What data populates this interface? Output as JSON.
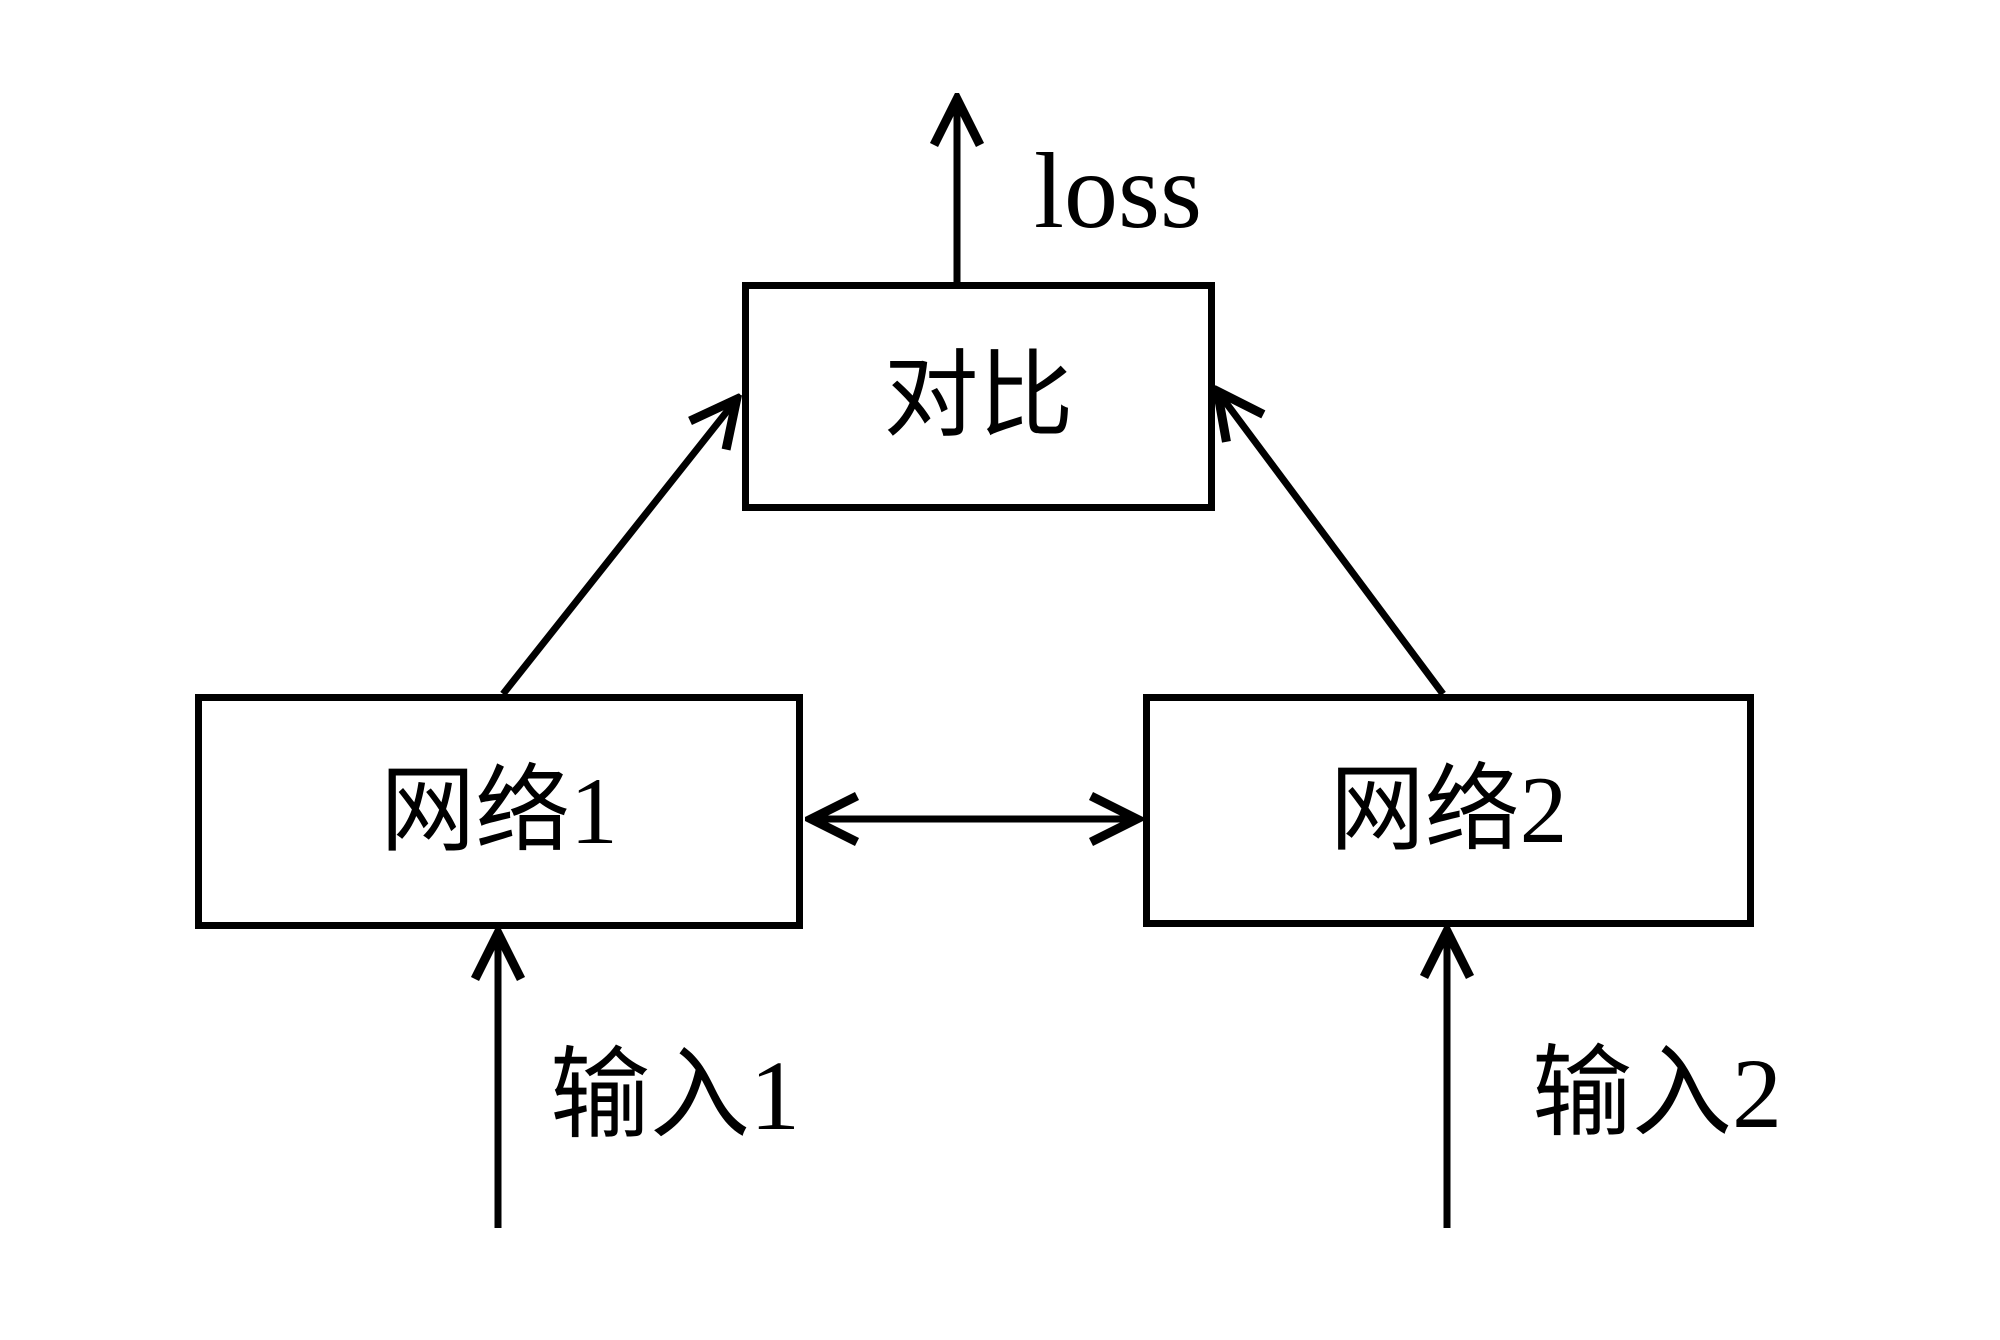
{
  "diagram": {
    "background_color": "#ffffff",
    "line_color": "#000000",
    "nodes": {
      "compare": {
        "label": "对比"
      },
      "network1": {
        "label": "网络1"
      },
      "network2": {
        "label": "网络2"
      }
    },
    "labels": {
      "loss": "loss",
      "input1": "输入1",
      "input2": "输入2"
    },
    "edges": [
      {
        "from": "compare",
        "to": "loss",
        "type": "arrow"
      },
      {
        "from": "network1",
        "to": "compare",
        "type": "arrow"
      },
      {
        "from": "network2",
        "to": "compare",
        "type": "arrow"
      },
      {
        "from": "network1",
        "to": "network2",
        "type": "double-arrow"
      },
      {
        "from": "input1",
        "to": "network1",
        "type": "arrow"
      },
      {
        "from": "input2",
        "to": "network2",
        "type": "arrow"
      }
    ]
  }
}
